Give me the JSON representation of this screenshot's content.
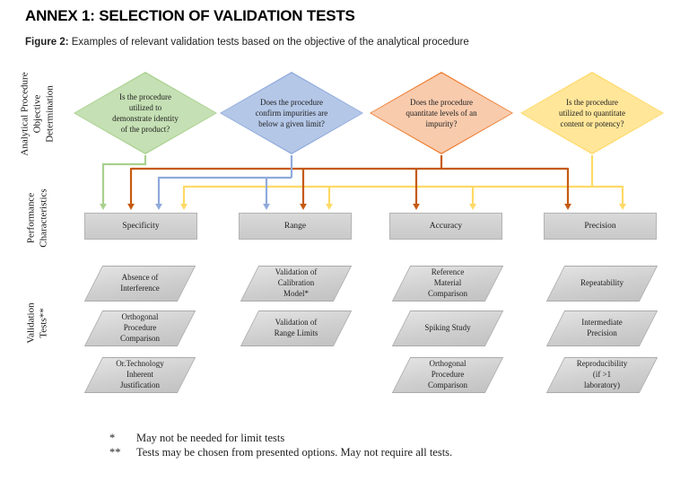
{
  "title": "ANNEX 1: SELECTION OF VALIDATION TESTS",
  "figure": {
    "label": "Figure 2:",
    "caption": " Examples of relevant validation tests based on the objective of the analytical procedure"
  },
  "row_labels": {
    "objective": "Analytical Procedure\nObjective\nDetermination",
    "performance": "Performance\nCharacteristics",
    "validation": "Validation\nTests**"
  },
  "diamonds": [
    {
      "id": "identity",
      "question": "Is the procedure\nutilized to\ndemonstrate identity\nof the product?",
      "fill": "#C5E0B4",
      "border": "#A9D18E"
    },
    {
      "id": "impurities-below-limit",
      "question": "Does the procedure\nconfirm impurities are\nbelow a given limit?",
      "fill": "#B4C7E7",
      "border": "#8FAADC"
    },
    {
      "id": "impurity-levels",
      "question": "Does the procedure\nquantitate levels of an\nimpurity?",
      "fill": "#F8CBAD",
      "border": "#ED7D31"
    },
    {
      "id": "content-potency",
      "question": "Is the procedure\nutilized to quantitate\ncontent or potency?",
      "fill": "#FFE699",
      "border": "#FFD966"
    }
  ],
  "characteristics": [
    "Specificity",
    "Range",
    "Accuracy",
    "Precision"
  ],
  "tests": {
    "specificity": [
      "Absence of\nInterference",
      "Orthogonal\nProcedure\nComparison",
      "Or.Technology\nInherent\nJustification"
    ],
    "range": [
      "Validation of\nCalibration\nModel*",
      "Validation of\nRange Limits"
    ],
    "accuracy": [
      "Reference\nMaterial\nComparison",
      "Spiking Study",
      "Orthogonal\nProcedure\nComparison"
    ],
    "precision": [
      "Repeatability",
      "Intermediate\nPrecision",
      "Reproducibility\n(if >1\nlaboratory)"
    ]
  },
  "connections": [
    {
      "from": "identity",
      "color_name": "green",
      "to": [
        "Specificity"
      ]
    },
    {
      "from": "impurities-below-limit",
      "color_name": "blue",
      "to": [
        "Specificity",
        "Range"
      ]
    },
    {
      "from": "impurity-levels",
      "color_name": "orange",
      "to": [
        "Specificity",
        "Range",
        "Accuracy",
        "Precision"
      ]
    },
    {
      "from": "content-potency",
      "color_name": "yellow",
      "to": [
        "Specificity",
        "Range",
        "Accuracy",
        "Precision"
      ]
    }
  ],
  "footnotes": [
    {
      "marker": "*",
      "text": "May not be needed for limit tests"
    },
    {
      "marker": "**",
      "text": "Tests may be chosen from presented options. May not require all tests."
    }
  ],
  "palette": {
    "green": "#A9D18E",
    "blue": "#8FAADC",
    "orange": "#C55A11",
    "yellow": "#FFD966",
    "box_fill": "#D2D2D2",
    "box_border": "#B3B3B3"
  }
}
